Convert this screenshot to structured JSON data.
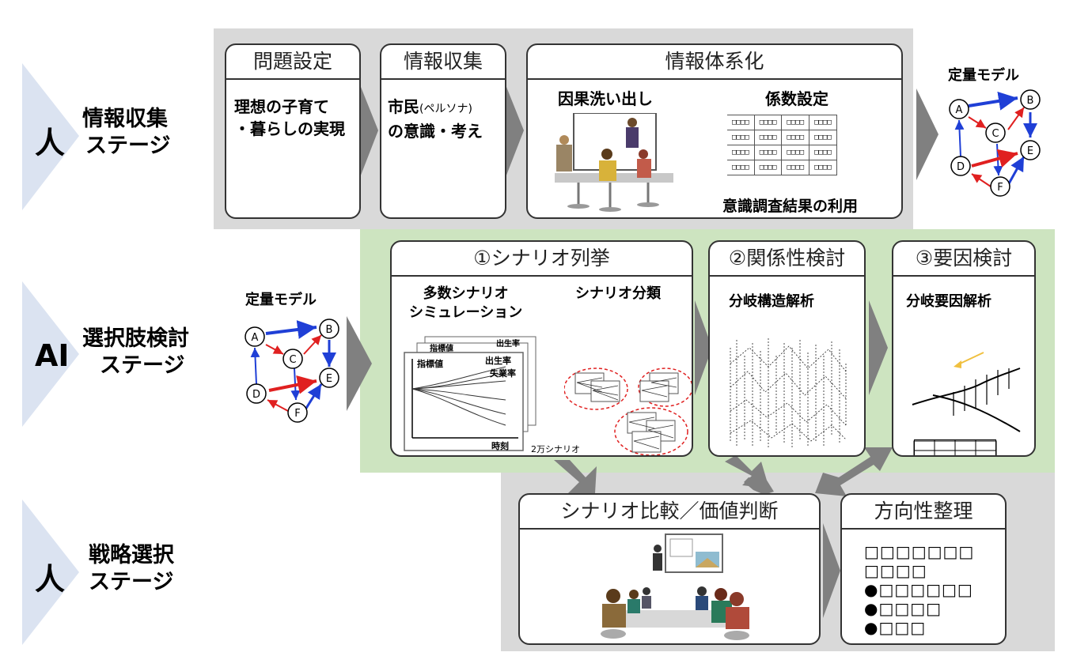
{
  "stages": [
    {
      "actor": "人",
      "name_line1": "情報収集",
      "name_line2": "ステージ"
    },
    {
      "actor": "AI",
      "name_line1": "選択肢検討",
      "name_line2": "ステージ"
    },
    {
      "actor": "人",
      "name_line1": "戦略選択",
      "name_line2": "ステージ"
    }
  ],
  "stage1": {
    "problem": {
      "header": "問題設定",
      "line1": "理想の子育て",
      "line2": "・暮らしの実現"
    },
    "collect": {
      "header": "情報収集",
      "line1_a": "市民",
      "line1_b": "(ペルソナ)",
      "line2": "の意識・考え"
    },
    "system": {
      "header": "情報体系化",
      "causal": "因果洗い出し",
      "coeff": "係数設定",
      "survey": "意識調査結果の利用",
      "table_cell": "□□□□"
    },
    "model_title": "定量モデル"
  },
  "stage2": {
    "model_title": "定量モデル",
    "scenario": {
      "header": "①シナリオ列挙",
      "multi_line1": "多数シナリオ",
      "multi_line2": "シミュレーション",
      "classify": "シナリオ分類",
      "label_indicator": "指標値",
      "label_birth": "出生率",
      "label_unemp": "失業率",
      "label_time": "時刻",
      "label_count": "2万シナリオ"
    },
    "relation": {
      "header": "②関係性検討",
      "title": "分岐構造解析"
    },
    "factor": {
      "header": "③要因検討",
      "title": "分岐要因解析"
    }
  },
  "stage3": {
    "compare": {
      "header": "シナリオ比較／価値判断"
    },
    "direction": {
      "header": "方向性整理",
      "lines": [
        "□□□□□□□",
        "□□□□",
        "●□□□□□□",
        "●□□□□",
        "●□□□"
      ]
    }
  },
  "nodes": [
    "A",
    "B",
    "C",
    "D",
    "E",
    "F"
  ],
  "colors": {
    "gray_band": "#d9d9d9",
    "green_band": "#cde4c0",
    "chevron": "#dbe3f1",
    "arrow": "#808080",
    "red_edge": "#e02020",
    "blue_edge": "#1f3fd6"
  }
}
